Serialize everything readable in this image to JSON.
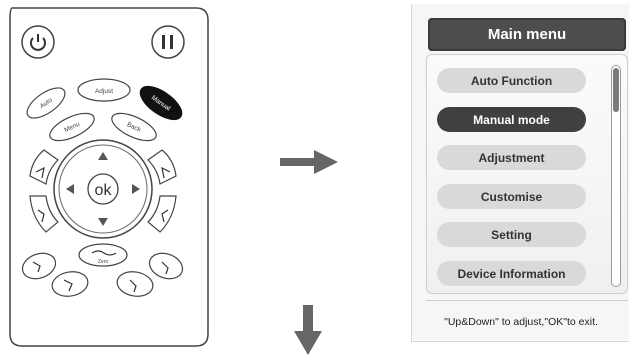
{
  "remote": {
    "buttons": {
      "auto": "Auto",
      "adjust": "Adjust",
      "manual": "Manual",
      "menu": "Menu",
      "back": "Back",
      "ok": "ok",
      "zero": "Zero"
    }
  },
  "menu": {
    "title": "Main menu",
    "items": [
      {
        "label": "Auto Function",
        "active": false
      },
      {
        "label": "Manual mode",
        "active": true
      },
      {
        "label": "Adjustment",
        "active": false
      },
      {
        "label": "Customise",
        "active": false
      },
      {
        "label": "Setting",
        "active": false
      },
      {
        "label": "Device Information",
        "active": false
      }
    ],
    "footer": "\"Up&Down\" to adjust,\"OK\"to exit."
  },
  "colors": {
    "remote_outline": "#444444",
    "dark_button": "#111111",
    "arrow": "#666666",
    "active_item": "#404040"
  }
}
